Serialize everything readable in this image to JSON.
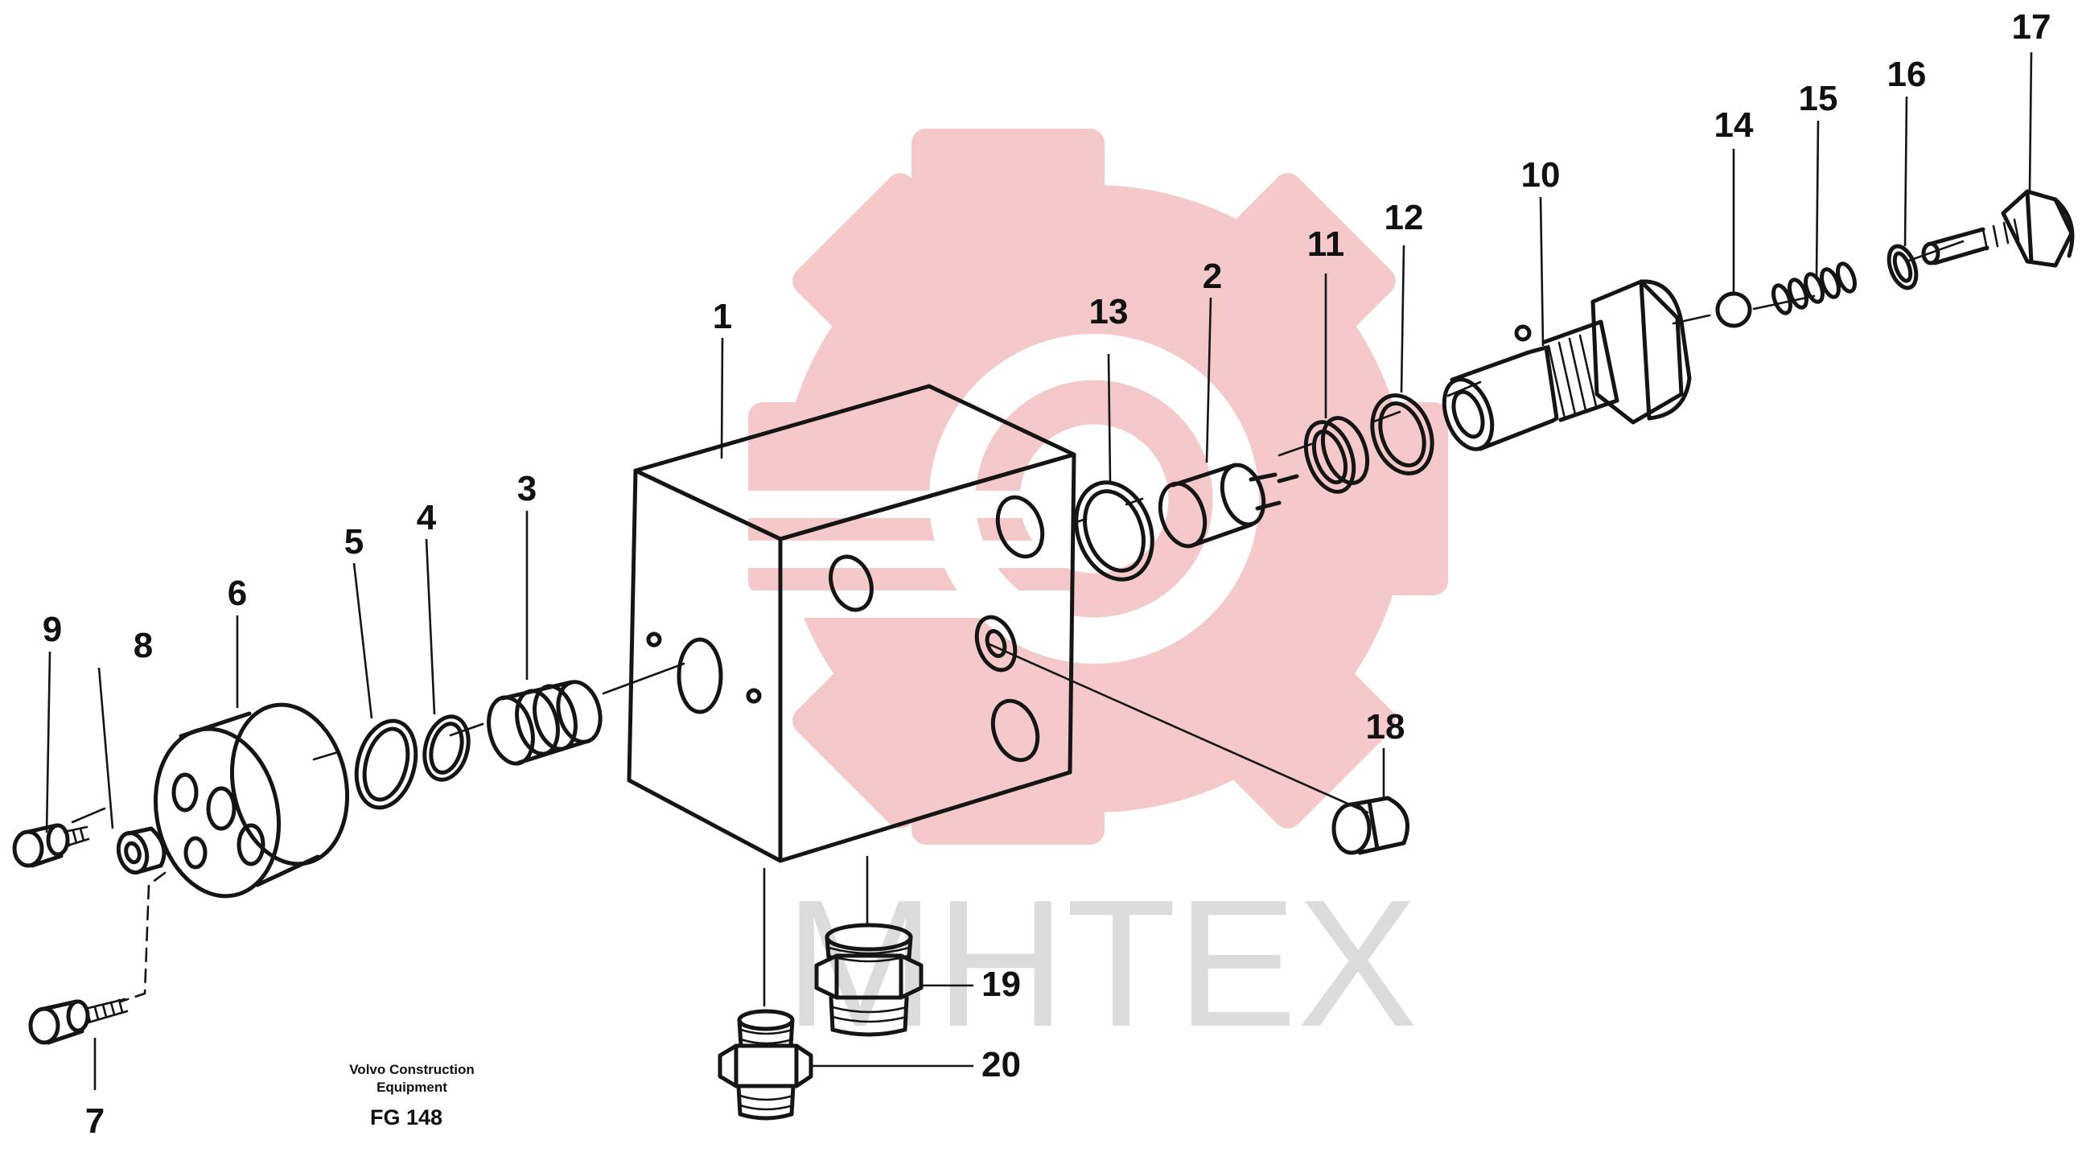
{
  "diagram": {
    "credit_line1": "Volvo Construction",
    "credit_line2": "Equipment",
    "figure_code": "FG 148",
    "watermark_text": "MHTEX",
    "watermark_color": "#f3bcbc",
    "watermark_text_color": "#d7d7d7",
    "ink_color": "#151515",
    "callouts": [
      "1",
      "2",
      "3",
      "4",
      "5",
      "6",
      "7",
      "8",
      "9",
      "10",
      "11",
      "12",
      "13",
      "14",
      "15",
      "16",
      "17",
      "18",
      "19",
      "20"
    ]
  }
}
